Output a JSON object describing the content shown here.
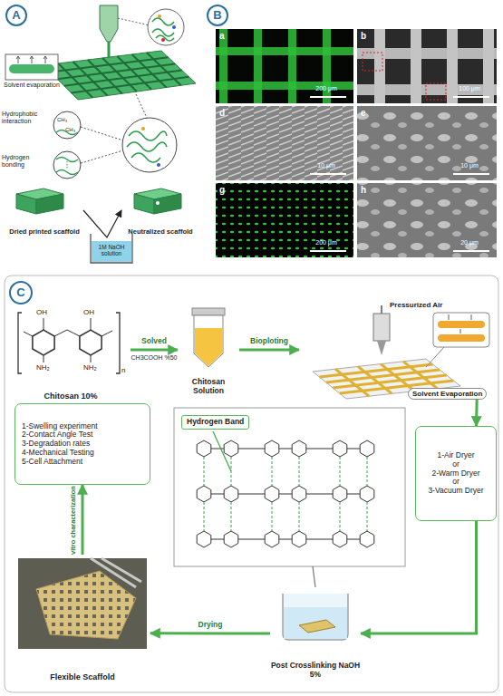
{
  "diagram": {
    "nodes": [
      {
        "text": [
          "A"
        ]
      },
      {
        "text": [
          "Dried printed scaffold"
        ]
      },
      {
        "text": [
          "Neutralized scaffold"
        ]
      },
      {
        "text": [
          "B"
        ]
      },
      {
        "text": [
          "C"
        ]
      },
      {
        "text": [
          "Chitosan 10%"
        ]
      },
      {
        "text": [
          "Chitosan Solution"
        ]
      },
      {
        "text": [
          "Pressurized Air",
          "Solvent Evaporation"
        ]
      },
      {
        "text": [
          "1-Swelling experiment",
          "2-Contact Angle Test",
          "3-Degradation rates",
          "4-Mechanical Testing",
          "5-Cell Attachment"
        ]
      },
      {
        "text": [
          "1-Air Dryer",
          "or",
          "2-Warm Dryer",
          "or",
          "3-Vacuum Dryer"
        ]
      },
      {
        "text": [
          "Hydrogen Band"
        ]
      },
      {
        "text": [
          "Post Crosslinking NaOH 5%"
        ]
      },
      {
        "text": [
          "Flexible Scaffold"
        ]
      }
    ],
    "edges": [
      {
        "from": 1,
        "to": 2,
        "arrow": "to"
      },
      {
        "from": 5,
        "to": 6,
        "label": "Solved",
        "arrow": "to"
      },
      {
        "from": 6,
        "to": 7,
        "label": "Bioploting",
        "arrow": "to"
      },
      {
        "from": 7,
        "to": 9,
        "arrow": "to"
      },
      {
        "from": 9,
        "to": 11,
        "arrow": "to"
      },
      {
        "from": 10,
        "to": 11,
        "arrow": "none"
      },
      {
        "from": 11,
        "to": 12,
        "label": "Drying",
        "arrow": "to"
      },
      {
        "from": 12,
        "to": 8,
        "label": "vitro characterization",
        "arrow": "to"
      }
    ],
    "labels": [
      "Solvent evaporation",
      "Hydrophobic interaction",
      "Hydrogen bonding",
      "CH₃",
      "CH₃",
      "1M NaOH solution",
      "a",
      "200 μm",
      "b",
      "100 μm",
      "d",
      "10 μm",
      "e",
      "10 μm",
      "g",
      "200 μm",
      "h",
      "20 μm",
      "OH",
      "NH₂",
      "OH",
      "NH₂",
      "n",
      "CH3COOH %50"
    ]
  }
}
